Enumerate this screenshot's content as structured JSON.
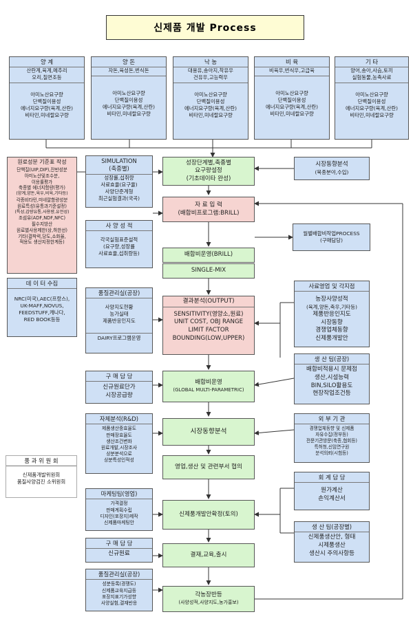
{
  "title": "신제품 개발 Process",
  "sectors": [
    {
      "name": "양 계",
      "products": [
        "산란계,육계,메추리",
        "오리,칠면조등"
      ],
      "nutrients": [
        "아미노산요구량",
        "단백질이용성",
        "에너지요구량(육계,산란)",
        "비타민,미네랄요구량"
      ]
    },
    {
      "name": "양 돈",
      "products": [
        "자돈,육성돈,번식돈"
      ],
      "nutrients": [
        "아미노산요구량",
        "단백질이용성",
        "에너지요구량(육계,산란)",
        "비타민,미네랄요구량"
      ]
    },
    {
      "name": "낙 농",
      "products": [
        "대용유,송아지,착유우",
        "건유우,고능력우"
      ],
      "nutrients": [
        "아미노산요구량",
        "단백질이용성",
        "에너지요구량(육계,산란)",
        "비타민,미네랄요구량"
      ]
    },
    {
      "name": "비 육",
      "products": [
        "비육우,번식우,고급육"
      ],
      "nutrients": [
        "아미노산요구량",
        "단백질이용성",
        "에너지요구량(육계,산란)",
        "비타민,미네랄요구량"
      ]
    },
    {
      "name": "기 타",
      "products": [
        "양어,송아,사슴,토끼",
        "실험동물,농축사료"
      ],
      "nutrients": [
        "아미노산요구량",
        "단백질이용성",
        "에너지요구량(육계,산란)",
        "비타민,미네랄요구량"
      ]
    }
  ],
  "left": {
    "raw": {
      "title": "원료성분 기준표 작성",
      "lines": [
        "단백질(UIP,DIP),잔반성분",
        "아미노산및조수분,",
        "이용률평가",
        "축종별 에너지함량(평가)",
        "(양계,양돈,육우,비육,기타등)",
        "각종비타민,미네랄함량성분",
        "원료특성(유통과기준설정)",
        "(특성,감량유통,사용량,유전성)",
        "조섬유(ADF,NDF,NFC)",
        "필수지방산",
        "원료별사용제한(상,하한선)",
        "기타(결착력,당도,소화율,",
        "적용도 생산지정한계등)"
      ]
    },
    "data": {
      "title": "데 이 터 수집",
      "lines": [
        "NRC(미국),AEC(프랑스),",
        "UK-MAFF,NOVUS,",
        "FEEDSTUFF,캐나다,",
        "RED BOOK등등"
      ]
    },
    "committee": {
      "title": "품 과 위 원 회",
      "lines": [
        "신제품개발위원회",
        "품질사양검진 소위원회"
      ]
    }
  },
  "mid": {
    "sim": {
      "title": "SIMULATION",
      "subtitle": "(축종별)",
      "lines": [
        "성장률,섭취량",
        "사료효율(요구율)",
        "사양단준계형",
        "최근실험결과(국곡)"
      ]
    },
    "feed_perf": {
      "title": "사 양 성 적",
      "lines": [
        "각국실험표준설적",
        "(요구량,성장률",
        "사료효율,섭취량등)"
      ]
    },
    "qc1": {
      "title": "품질관리실(공장)",
      "lines": [
        "사양지도현황",
        "농가실태",
        "제품반응인지도"
      ],
      "footer": "DAIRY프로그램운영"
    },
    "purchase1": {
      "title": "구 매 담 당",
      "lines": [
        "신규원료단가",
        "시장공급량"
      ]
    },
    "rnd": {
      "title": "자체분석(R&D)",
      "lines": [
        "제품생산중효율도",
        "판매장효율도",
        "생산조건변화",
        "원료개발,시장조사",
        "상분분석으로",
        "상분특성인적성"
      ]
    },
    "marketing": {
      "title": "마케팅팀(영업)",
      "lines": [
        "가격결정",
        "판매계획수립",
        "디자인(포장지)제작",
        "신제품마케팅안"
      ]
    },
    "purchase2": {
      "title": "구 매 담 당",
      "lines": [
        "신규원료"
      ]
    },
    "qc2": {
      "title": "품질관리실(공장)",
      "lines": [
        "성분등록(경쟁도)",
        "신제품교육지급등",
        "포장지표기가성향",
        "사양실험,결재반응"
      ]
    }
  },
  "center": {
    "step1": [
      "성장단계별,축종별",
      "요구량설정",
      "(기초데이타 완성)"
    ],
    "step2": [
      "자 료 입 력",
      "(배합비프로그램:BRILL)"
    ],
    "step3": [
      "배합비운영(BRILL)"
    ],
    "step4": [
      "SINGLE-MIX"
    ],
    "output": {
      "title": "결과분석(OUTPUT)",
      "lines": [
        "SENSITIVITY(영양소,원료)",
        "UNIT COST, OBJ RANGE",
        "LIMIT FACTOR",
        "BOUNDING(LOW,UPPER)"
      ]
    },
    "step6": [
      "배합비운영",
      "(GLOBAL MULTI-PARAMETRIC)"
    ],
    "step7": [
      "시장동향분석"
    ],
    "step8": [
      "영업,생산 및 관련부서 협의"
    ],
    "step9": [
      "신제품개발안확정(토의)"
    ],
    "step10": [
      "결재,교육,출시"
    ],
    "step11": [
      "각농장반등",
      "(사양성적,사양지도,농가홍보)"
    ]
  },
  "right": {
    "market": {
      "title": "시장동향분석",
      "lines": [
        "(북종분야,수입)"
      ]
    },
    "formula": {
      "title": "월별배합비작업PROCESS",
      "lines": [
        "(구매담당)"
      ]
    },
    "sales": {
      "title": "사료영업 및 각지점",
      "lines": [
        "농장사양성적",
        "(육계,양돈,축우,기타등)",
        "제품반응인지도",
        "시장동향",
        "경쟁업체동향",
        "신제품개발안"
      ]
    },
    "production1": {
      "title": "생 산 팀(공장)",
      "lines": [
        "배합비적용시 문제점",
        "생산,시설능력",
        "BIN,SILO활용도",
        "현장작업조건등"
      ]
    },
    "external": {
      "title": "외 부 기 관",
      "lines": [
        "경쟁업체동향 및 신제품",
        "자유수집(정부등)",
        "전문기관방문(축종,협회등)",
        "특허청,신임연구원",
        "분석의뢰(시험등)"
      ]
    },
    "accounting": {
      "title": "회 계 담 당",
      "lines": [
        "원가계산",
        "손익계산서"
      ]
    },
    "production2": {
      "title": "생 산 팀(공장별)",
      "lines": [
        "신제품생산안, 형태",
        "시제품생산",
        "생산시 주의사항등"
      ]
    }
  }
}
